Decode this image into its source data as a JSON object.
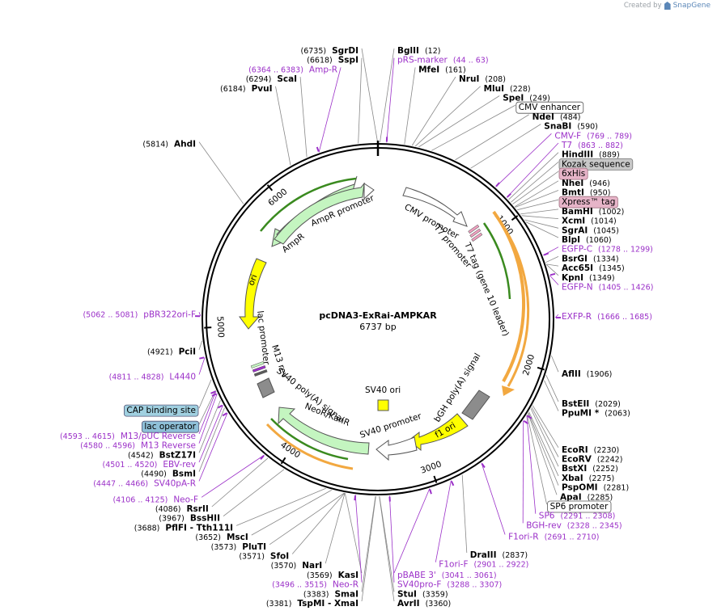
{
  "credit": {
    "prefix": "Created by",
    "brand": "SnapGene",
    "icon": "snapgene-logo-icon"
  },
  "map": {
    "title": "pcDNA3-ExRai-AMPKAR",
    "length_label": "6737 bp",
    "total_bp": 6737,
    "tick_labels": [
      "1000",
      "2000",
      "3000",
      "4000",
      "5000",
      "6000"
    ],
    "colors": {
      "enzyme": "#000000",
      "primer": "#9b30c8",
      "feature_green": "#c4f5c0",
      "feature_yellow": "#ffff00",
      "feature_gray": "#8c8c8c",
      "orange": "#f2a840",
      "dark_green": "#3a8a1f"
    }
  },
  "sites": [
    {
      "name": "BglII",
      "pos": "(12)",
      "bp": 12,
      "type": "enzyme"
    },
    {
      "name": "pRS-marker",
      "pos": "(44 .. 63)",
      "bp": 53,
      "type": "primer"
    },
    {
      "name": "MfeI",
      "pos": "(161)",
      "bp": 161,
      "type": "enzyme"
    },
    {
      "name": "NruI",
      "pos": "(208)",
      "bp": 208,
      "type": "enzyme"
    },
    {
      "name": "MluI",
      "pos": "(228)",
      "bp": 228,
      "type": "enzyme"
    },
    {
      "name": "SpeI",
      "pos": "(249)",
      "bp": 249,
      "type": "enzyme"
    },
    {
      "name": "CMV enhancer",
      "pos": "",
      "bp": 330,
      "type": "boxed"
    },
    {
      "name": "NdeI",
      "pos": "(484)",
      "bp": 484,
      "type": "enzyme"
    },
    {
      "name": "SnaBI",
      "pos": "(590)",
      "bp": 590,
      "type": "enzyme"
    },
    {
      "name": "CMV-F",
      "pos": "(769 .. 789)",
      "bp": 779,
      "type": "primer"
    },
    {
      "name": "T7",
      "pos": "(863 .. 882)",
      "bp": 872,
      "type": "primer"
    },
    {
      "name": "HindIII",
      "pos": "(889)",
      "bp": 889,
      "type": "enzyme"
    },
    {
      "name": "Kozak sequence",
      "pos": "",
      "bp": 910,
      "type": "boxed-gray"
    },
    {
      "name": "6xHis",
      "pos": "",
      "bp": 925,
      "type": "boxed-pink"
    },
    {
      "name": "NheI",
      "pos": "(946)",
      "bp": 946,
      "type": "enzyme"
    },
    {
      "name": "BmtI",
      "pos": "(950)",
      "bp": 950,
      "type": "enzyme"
    },
    {
      "name": "Xpress™ tag",
      "pos": "",
      "bp": 970,
      "type": "boxed-pink"
    },
    {
      "name": "BamHI",
      "pos": "(1002)",
      "bp": 1002,
      "type": "enzyme"
    },
    {
      "name": "XcmI",
      "pos": "(1014)",
      "bp": 1014,
      "type": "enzyme"
    },
    {
      "name": "SgrAI",
      "pos": "(1045)",
      "bp": 1045,
      "type": "enzyme"
    },
    {
      "name": "BlpI",
      "pos": "(1060)",
      "bp": 1060,
      "type": "enzyme"
    },
    {
      "name": "EGFP-C",
      "pos": "(1278 .. 1299)",
      "bp": 1288,
      "type": "primer"
    },
    {
      "name": "BsrGI",
      "pos": "(1334)",
      "bp": 1334,
      "type": "enzyme"
    },
    {
      "name": "Acc65I",
      "pos": "(1345)",
      "bp": 1345,
      "type": "enzyme"
    },
    {
      "name": "KpnI",
      "pos": "(1349)",
      "bp": 1349,
      "type": "enzyme"
    },
    {
      "name": "EGFP-N",
      "pos": "(1405 .. 1426)",
      "bp": 1415,
      "type": "primer"
    },
    {
      "name": "EXFP-R",
      "pos": "(1666 .. 1685)",
      "bp": 1675,
      "type": "primer"
    },
    {
      "name": "AflII",
      "pos": "(1906)",
      "bp": 1906,
      "type": "enzyme"
    },
    {
      "name": "BstEII",
      "pos": "(2029)",
      "bp": 2029,
      "type": "enzyme"
    },
    {
      "name": "PpuMI *",
      "pos": "(2063)",
      "bp": 2063,
      "type": "enzyme"
    },
    {
      "name": "EcoRI",
      "pos": "(2230)",
      "bp": 2230,
      "type": "enzyme"
    },
    {
      "name": "EcoRV",
      "pos": "(2242)",
      "bp": 2242,
      "type": "enzyme"
    },
    {
      "name": "BstXI",
      "pos": "(2252)",
      "bp": 2252,
      "type": "enzyme"
    },
    {
      "name": "XbaI",
      "pos": "(2275)",
      "bp": 2275,
      "type": "enzyme"
    },
    {
      "name": "PspOMI",
      "pos": "(2281)",
      "bp": 2281,
      "type": "enzyme"
    },
    {
      "name": "ApaI",
      "pos": "(2285)",
      "bp": 2285,
      "type": "enzyme"
    },
    {
      "name": "SP6 promoter",
      "pos": "",
      "bp": 2295,
      "type": "boxed"
    },
    {
      "name": "SP6",
      "pos": "(2291 .. 2308)",
      "bp": 2300,
      "type": "primer"
    },
    {
      "name": "BGH-rev",
      "pos": "(2328 .. 2345)",
      "bp": 2337,
      "type": "primer"
    },
    {
      "name": "F1ori-R",
      "pos": "(2691 .. 2710)",
      "bp": 2700,
      "type": "primer"
    },
    {
      "name": "DraIII",
      "pos": "(2837)",
      "bp": 2837,
      "type": "enzyme"
    },
    {
      "name": "F1ori-F",
      "pos": "(2901 .. 2922)",
      "bp": 2912,
      "type": "primer"
    },
    {
      "name": "pBABE 3'",
      "pos": "(3041 .. 3061)",
      "bp": 3051,
      "type": "primer"
    },
    {
      "name": "SV40pro-F",
      "pos": "(3288 .. 3307)",
      "bp": 3298,
      "type": "primer"
    },
    {
      "name": "StuI",
      "pos": "(3359)",
      "bp": 3359,
      "type": "enzyme"
    },
    {
      "name": "AvrII",
      "pos": "(3360)",
      "bp": 3360,
      "type": "enzyme"
    },
    {
      "name": "TspMI - XmaI",
      "pos": "(3381)",
      "bp": 3381,
      "type": "enzyme"
    },
    {
      "name": "SmaI",
      "pos": "(3383)",
      "bp": 3383,
      "type": "enzyme"
    },
    {
      "name": "Neo-R",
      "pos": "(3496 .. 3515)",
      "bp": 3505,
      "type": "primer"
    },
    {
      "name": "KasI",
      "pos": "(3569)",
      "bp": 3569,
      "type": "enzyme"
    },
    {
      "name": "NarI",
      "pos": "(3570)",
      "bp": 3570,
      "type": "enzyme"
    },
    {
      "name": "SfoI",
      "pos": "(3571)",
      "bp": 3571,
      "type": "enzyme"
    },
    {
      "name": "PluTI",
      "pos": "(3573)",
      "bp": 3573,
      "type": "enzyme"
    },
    {
      "name": "MscI",
      "pos": "(3652)",
      "bp": 3652,
      "type": "enzyme"
    },
    {
      "name": "PflFI - Tth111I",
      "pos": "(3688)",
      "bp": 3688,
      "type": "enzyme"
    },
    {
      "name": "BssHII",
      "pos": "(3967)",
      "bp": 3967,
      "type": "enzyme"
    },
    {
      "name": "RsrII",
      "pos": "(4086)",
      "bp": 4086,
      "type": "enzyme"
    },
    {
      "name": "Neo-F",
      "pos": "(4106 .. 4125)",
      "bp": 4115,
      "type": "primer"
    },
    {
      "name": "SV40pA-R",
      "pos": "(4447 .. 4466)",
      "bp": 4456,
      "type": "primer"
    },
    {
      "name": "BsmI",
      "pos": "(4490)",
      "bp": 4490,
      "type": "enzyme"
    },
    {
      "name": "EBV-rev",
      "pos": "(4501 .. 4520)",
      "bp": 4510,
      "type": "primer"
    },
    {
      "name": "BstZ17I",
      "pos": "(4542)",
      "bp": 4542,
      "type": "enzyme"
    },
    {
      "name": "M13 Reverse",
      "pos": "(4580 .. 4596)",
      "bp": 4588,
      "type": "primer"
    },
    {
      "name": "lac operator",
      "pos": "",
      "bp": 4610,
      "type": "boxed-blue"
    },
    {
      "name": "M13/pUC Reverse",
      "pos": "(4593 .. 4615)",
      "bp": 4604,
      "type": "primer"
    },
    {
      "name": "CAP binding site",
      "pos": "",
      "bp": 4680,
      "type": "boxed-teal"
    },
    {
      "name": "L4440",
      "pos": "(4811 .. 4828)",
      "bp": 4820,
      "type": "primer"
    },
    {
      "name": "PciI",
      "pos": "(4921)",
      "bp": 4921,
      "type": "enzyme"
    },
    {
      "name": "pBR322ori-F",
      "pos": "(5062 .. 5081)",
      "bp": 5071,
      "type": "primer"
    },
    {
      "name": "AhdI",
      "pos": "(5814)",
      "bp": 5814,
      "type": "enzyme"
    },
    {
      "name": "PvuI",
      "pos": "(6184)",
      "bp": 6184,
      "type": "enzyme"
    },
    {
      "name": "ScaI",
      "pos": "(6294)",
      "bp": 6294,
      "type": "enzyme"
    },
    {
      "name": "Amp-R",
      "pos": "(6364 .. 6383)",
      "bp": 6373,
      "type": "primer"
    },
    {
      "name": "SspI",
      "pos": "(6618)",
      "bp": 6618,
      "type": "enzyme"
    },
    {
      "name": "SgrDI",
      "pos": "(6735)",
      "bp": 6735,
      "type": "enzyme"
    }
  ],
  "features": [
    {
      "name": "CMV promoter",
      "label": "CMV promoter"
    },
    {
      "name": "T7 promoter",
      "label": "T7 promoter"
    },
    {
      "name": "T7 tag",
      "label": "T7 tag (gene 10 leader)"
    },
    {
      "name": "AmpR",
      "label": "AmpR"
    },
    {
      "name": "AmpR promoter",
      "label": "AmpR promoter"
    },
    {
      "name": "ori",
      "label": "ori"
    },
    {
      "name": "lac promoter",
      "label": "lac promoter"
    },
    {
      "name": "M13 rev",
      "label": "M13 rev"
    },
    {
      "name": "SV40 poly(A) signal",
      "label": "SV40 poly(A) signal"
    },
    {
      "name": "NeoR/KanR",
      "label": "NeoR/KanR"
    },
    {
      "name": "SV40 promoter",
      "label": "SV40 promoter"
    },
    {
      "name": "SV40 ori",
      "label": "SV40 ori"
    },
    {
      "name": "f1 ori",
      "label": "f1 ori"
    },
    {
      "name": "bGH poly(A) signal",
      "label": "bGH poly(A) signal"
    }
  ]
}
